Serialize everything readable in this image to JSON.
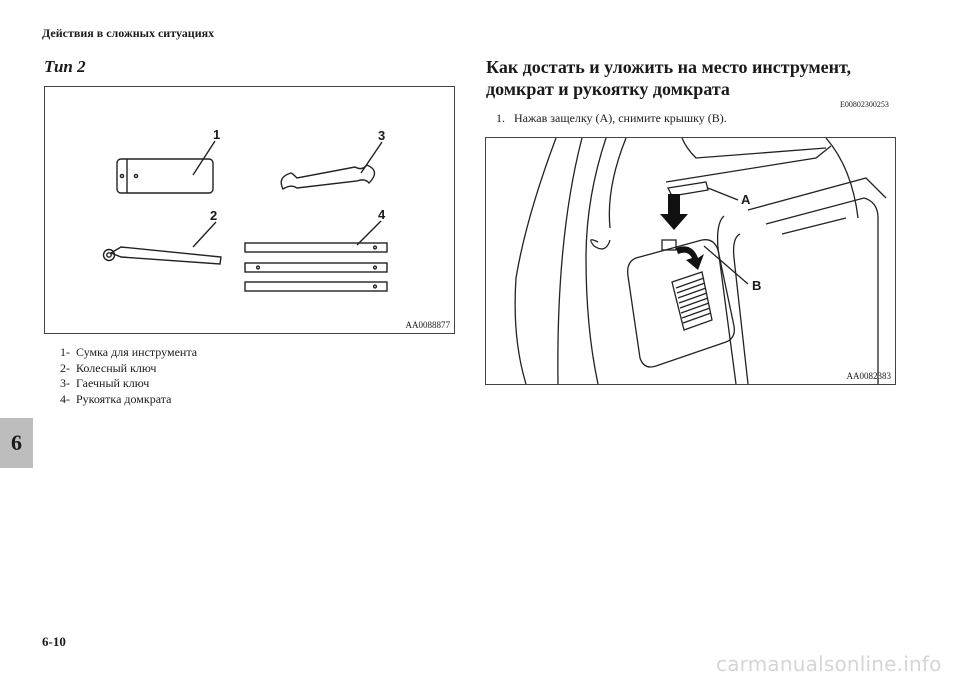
{
  "header": {
    "section_title": "Действия в сложных ситуациях"
  },
  "left": {
    "title": "Тип 2",
    "figure": {
      "code": "AA0088877",
      "callouts": [
        "1",
        "2",
        "3",
        "4"
      ]
    },
    "legend": [
      {
        "num": "1-",
        "text": "Сумка для инструмента"
      },
      {
        "num": "2-",
        "text": "Колесный ключ"
      },
      {
        "num": "3-",
        "text": "Гаечный ключ"
      },
      {
        "num": "4-",
        "text": "Рукоятка домкрата"
      }
    ]
  },
  "right": {
    "title": "Как достать и уложить на место инструмент, домкрат и рукоятку домкрата",
    "section_code": "E00802300253",
    "steps": [
      {
        "num": "1.",
        "text": "Нажав защелку (A), снимите крышку (B)."
      }
    ],
    "figure": {
      "code": "AA0082383",
      "callouts": [
        "A",
        "B"
      ]
    }
  },
  "chapter_tab": "6",
  "footer": {
    "page_number": "6-10",
    "watermark": "carmanualsonline.info"
  }
}
